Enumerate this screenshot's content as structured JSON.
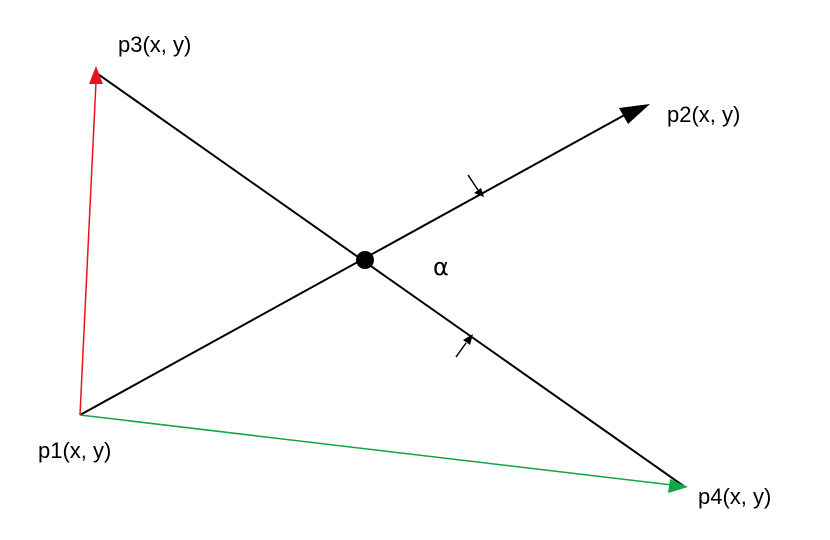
{
  "labels": {
    "p1": "p1(x, y)",
    "p2": "p2(x, y)",
    "p3": "p3(x, y)",
    "p4": "p4(x, y)",
    "angle": "α"
  },
  "colors": {
    "line": "#000000",
    "vector_p1_p3": "#e8141b",
    "vector_p1_p4": "#12a54a",
    "intersection": "#000000"
  }
}
